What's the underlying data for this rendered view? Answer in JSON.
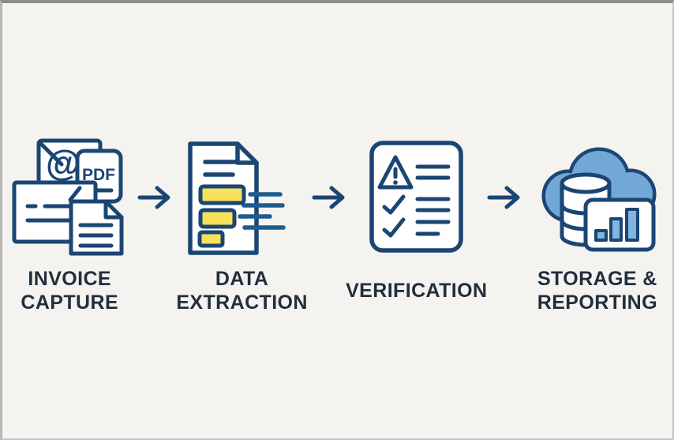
{
  "page": {
    "type": "process-flow-diagram",
    "background_color": "#f4f3ef",
    "border_top_color": "#8c8c8c"
  },
  "colors": {
    "outline_navy": "#1b4674",
    "accent_line_blue": "#1f5c8e",
    "label_text": "#232e3c",
    "highlight_yellow": "#f6e15b",
    "cloud_blue": "#72a8d7",
    "bar_blue": "#82b5e2",
    "white": "#ffffff"
  },
  "flow": {
    "arrow_glyph": "→",
    "steps": [
      {
        "label": "INVOICE\nCAPTURE",
        "icon": "invoice-capture-icon",
        "icon_text": {
          "at": "@",
          "pdf": "PDF"
        }
      },
      {
        "label": "DATA\nEXTRACTION",
        "icon": "data-extraction-icon"
      },
      {
        "label": "VERIFICATION",
        "icon": "verification-icon"
      },
      {
        "label": "STORAGE &\nREPORTING",
        "icon": "storage-reporting-icon"
      }
    ]
  }
}
